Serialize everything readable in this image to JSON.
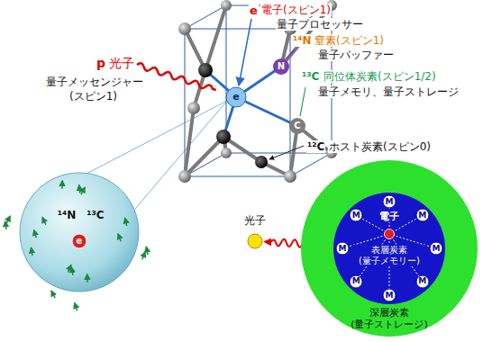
{
  "diagram": {
    "nodes": [
      {
        "text": [
          "¹⁴N",
          "¹³C",
          "e"
        ]
      },
      {
        "text": [
          "光子"
        ]
      },
      {
        "text": [
          "深層炭素 (量子ストレージ)"
        ]
      },
      {
        "text": [
          "電子",
          "表層炭素 (量子メモリー)"
        ],
        "in": 2
      },
      {
        "text": [
          "M"
        ],
        "in": 3
      },
      {
        "text": [
          "M"
        ],
        "in": 3
      },
      {
        "text": [
          "M"
        ],
        "in": 3
      },
      {
        "text": [
          "M"
        ],
        "in": 3
      },
      {
        "text": [
          "M"
        ],
        "in": 3
      },
      {
        "text": [
          "M"
        ],
        "in": 3
      },
      {
        "text": [
          "M"
        ],
        "in": 3
      },
      {
        "text": [
          "M"
        ],
        "in": 3
      }
    ],
    "edges": [
      {
        "from": 1,
        "to": 3,
        "arrow": "both"
      }
    ],
    "labels": [
      "e",
      "電子(スピン1)",
      "量子プロセッサー",
      "¹⁴N",
      "窒素(スピン1)",
      "量子バッファー",
      "¹³C",
      "同位体炭素(スピン1/2)",
      "量子メモリ、量子ストレージ",
      "¹²C",
      "ホスト炭素(スピン0)",
      "p",
      "光子",
      "量子メッセンジャー",
      "(スピン1)",
      "e",
      "N",
      "C"
    ]
  }
}
